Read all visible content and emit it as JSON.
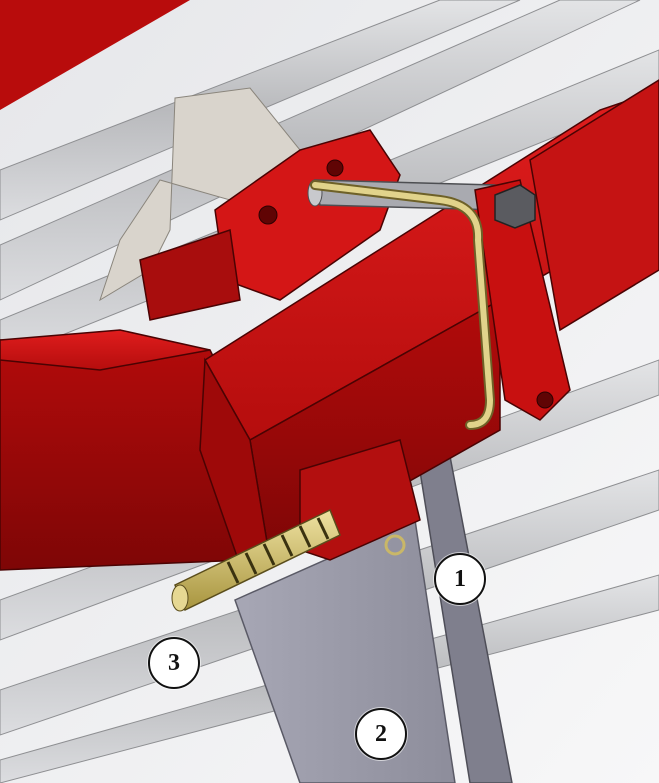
{
  "colors": {
    "frame_red": "#c81010",
    "frame_red_dark": "#8f0a0a",
    "rail_gray": "#c9cacc",
    "blade_gray": "#9a9aa8",
    "brass": "#c9b768",
    "background": "#f2f2f2"
  },
  "callouts": [
    {
      "id": "1",
      "label": "1"
    },
    {
      "id": "2",
      "label": "2"
    },
    {
      "id": "3",
      "label": "3"
    }
  ]
}
